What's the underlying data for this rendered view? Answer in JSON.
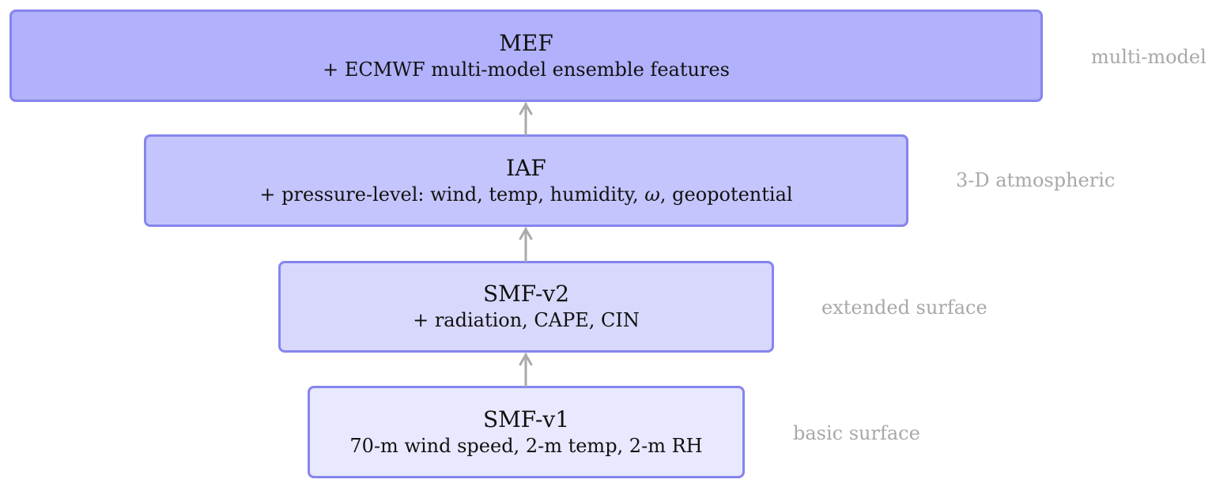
{
  "colors": {
    "border": "#8585ee",
    "arrow": "#aaaaaa",
    "side_label": "#a8a8a8"
  },
  "layers": [
    {
      "id": "mef",
      "title": "MEF",
      "description": "+ ECMWF multi-model ensemble features",
      "side_label": "multi-model",
      "fill": "#b1b1fc"
    },
    {
      "id": "iaf",
      "title": "IAF",
      "description_prefix": "+ pressure-level: wind, temp, humidity, ",
      "description_symbol": "ω",
      "description_suffix": ", geopotential",
      "side_label": "3-D atmospheric",
      "fill": "#c5c5fd"
    },
    {
      "id": "smf2",
      "title": "SMF-v2",
      "description": "+ radiation, CAPE, CIN",
      "side_label": "extended surface",
      "fill": "#d8d8fd"
    },
    {
      "id": "smf1",
      "title": "SMF-v1",
      "description": "70-m wind speed, 2-m temp, 2-m RH",
      "side_label": "basic surface",
      "fill": "#e8e8fe"
    }
  ]
}
